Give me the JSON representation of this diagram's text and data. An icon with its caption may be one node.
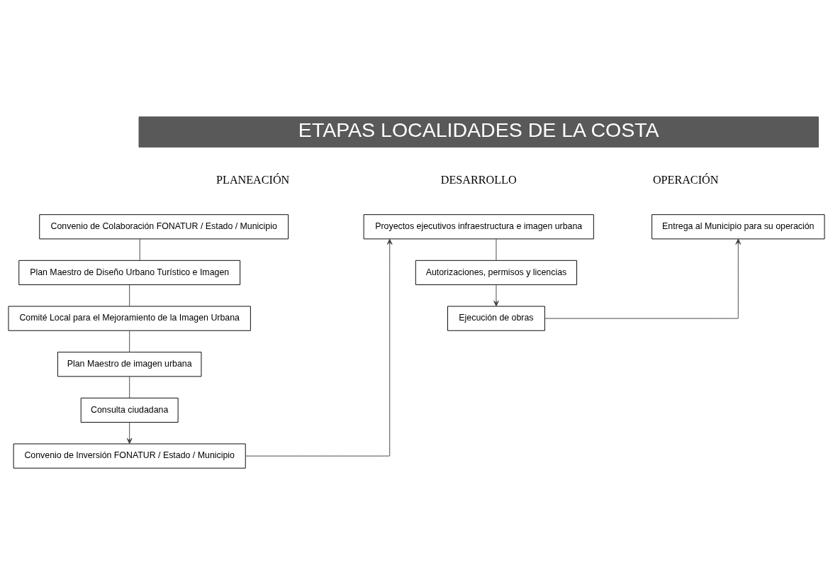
{
  "diagram": {
    "title": "ETAPAS LOCALIDADES DE LA COSTA",
    "nodes": [
      {
        "text": [
          "Convenio de Colaboración FONATUR / Estado / Municipio"
        ]
      },
      {
        "text": [
          "Plan Maestro de Diseño Urbano Turístico e Imagen"
        ]
      },
      {
        "text": [
          "Comité Local para el Mejoramiento de la Imagen Urbana"
        ]
      },
      {
        "text": [
          "Plan Maestro de imagen urbana"
        ]
      },
      {
        "text": [
          "Consulta ciudadana"
        ]
      },
      {
        "text": [
          "Convenio de Inversión FONATUR / Estado / Municipio"
        ]
      },
      {
        "text": [
          "Proyectos ejecutivos infraestructura e imagen urbana"
        ]
      },
      {
        "text": [
          "Autorizaciones, permisos y licencias"
        ]
      },
      {
        "text": [
          "Ejecución de obras"
        ]
      },
      {
        "text": [
          "Entrega al Municipio para su operación"
        ]
      }
    ],
    "edges": [
      {
        "from": 0,
        "to": 1,
        "arrow": "none"
      },
      {
        "from": 1,
        "to": 2,
        "arrow": "none"
      },
      {
        "from": 2,
        "to": 3,
        "arrow": "none"
      },
      {
        "from": 3,
        "to": 4,
        "arrow": "none"
      },
      {
        "from": 4,
        "to": 5,
        "arrow": "to"
      },
      {
        "from": 5,
        "to": 6,
        "arrow": "to"
      },
      {
        "from": 6,
        "to": 7,
        "arrow": "none"
      },
      {
        "from": 7,
        "to": 8,
        "arrow": "to"
      },
      {
        "from": 8,
        "to": 9,
        "arrow": "to"
      }
    ],
    "labels": [
      "PLANEACIÓN",
      "DESARROLLO",
      "OPERACIÓN"
    ]
  }
}
